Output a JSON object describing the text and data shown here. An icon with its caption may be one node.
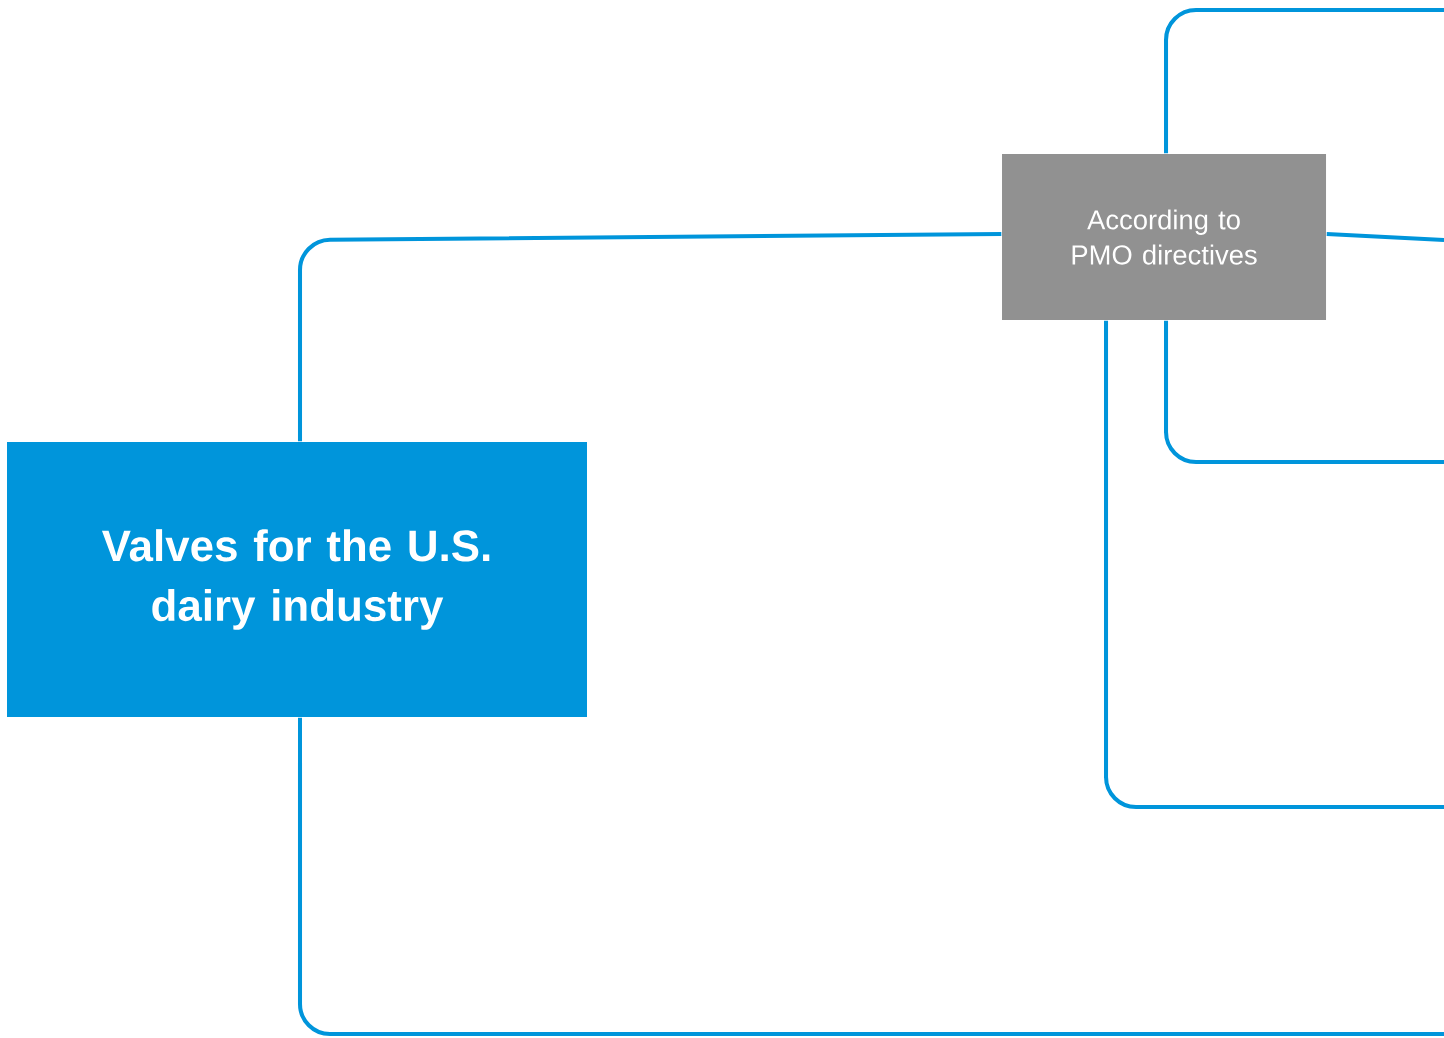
{
  "diagram": {
    "nodes": [
      {
        "text": [
          "Valves for the U.S. dairy industry"
        ]
      },
      {
        "text": [
          "According to PMO directives"
        ]
      }
    ],
    "edges": [
      {
        "from": 0,
        "to": 1,
        "arrow": "none"
      },
      {
        "from": 0,
        "to": null,
        "arrow": "none"
      },
      {
        "from": 1,
        "to": null,
        "arrow": "none"
      },
      {
        "from": 1,
        "to": null,
        "arrow": "none"
      },
      {
        "from": 1,
        "to": null,
        "arrow": "none"
      },
      {
        "from": 1,
        "to": null,
        "arrow": "none"
      }
    ]
  }
}
